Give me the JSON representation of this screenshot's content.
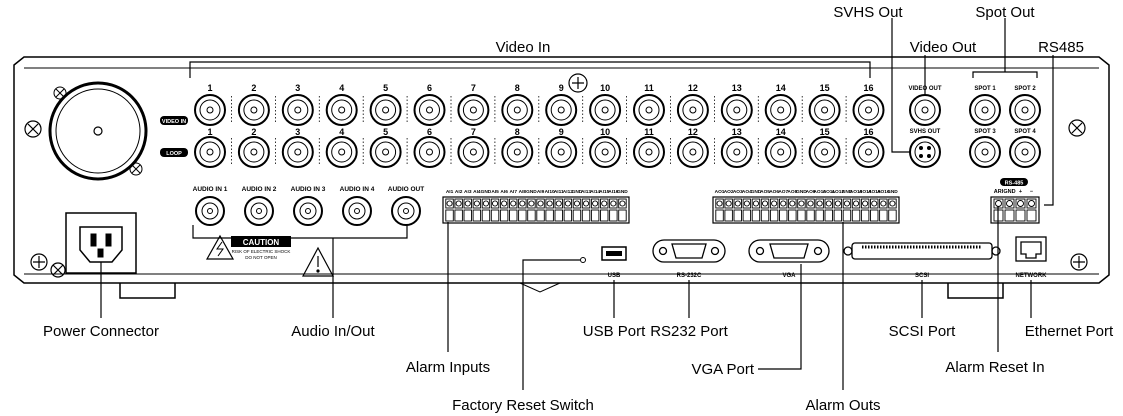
{
  "callouts": {
    "video_in": "Video In",
    "svhs_out": "SVHS Out",
    "spot_out": "Spot Out",
    "video_out": "Video Out",
    "rs485": "RS485",
    "power_connector": "Power Connector",
    "audio_in_out": "Audio In/Out",
    "usb_port": "USB Port",
    "rs232_port": "RS232 Port",
    "scsi_port": "SCSI Port",
    "ethernet_port": "Ethernet Port",
    "alarm_inputs": "Alarm Inputs",
    "vga_port": "VGA Port",
    "alarm_reset_in": "Alarm Reset In",
    "factory_reset_switch": "Factory Reset Switch",
    "alarm_outs": "Alarm Outs"
  },
  "panel": {
    "video_in_tag": "VIDEO IN",
    "loop_tag": "LOOP",
    "channels": [
      "1",
      "2",
      "3",
      "4",
      "5",
      "6",
      "7",
      "8",
      "9",
      "10",
      "11",
      "12",
      "13",
      "14",
      "15",
      "16"
    ],
    "video_out_label": "VIDEO OUT",
    "svhs_out_label": "SVHS OUT",
    "spot_labels": [
      "SPOT 1",
      "SPOT 2",
      "SPOT 3",
      "SPOT 4"
    ],
    "audio_labels": [
      "AUDIO IN 1",
      "AUDIO IN 2",
      "AUDIO IN 3",
      "AUDIO IN 4",
      "AUDIO OUT"
    ],
    "alarm_in_labels": [
      "AI1",
      "AI2",
      "AI3",
      "AI4",
      "GND",
      "AI5",
      "AI6",
      "AI7",
      "AI8",
      "GND",
      "AI9",
      "AI10",
      "AI11",
      "AI12",
      "GND",
      "AI13",
      "AI14",
      "AI15",
      "AI16",
      "GND"
    ],
    "alarm_out_labels": [
      "AO1",
      "AO2",
      "AO3",
      "AO4",
      "GND",
      "AO5",
      "AO6",
      "AO7",
      "AO8",
      "GND",
      "AO9",
      "AO10",
      "AO11",
      "AO12",
      "GND",
      "AO13",
      "AO14",
      "AO15",
      "AO16",
      "GND"
    ],
    "rs485_tag": "RS-485",
    "rs485_terminal_labels": [
      "ARI",
      "GND",
      "+",
      "−"
    ],
    "caution_title": "CAUTION",
    "caution_line1": "RISK OF ELECTRIC SHOCK",
    "caution_line2": "DO NOT OPEN",
    "usb_label": "USB",
    "rs232_label": "RS-232C",
    "vga_label": "VGA",
    "scsi_label": "SCSI",
    "network_label": "NETWORK"
  }
}
